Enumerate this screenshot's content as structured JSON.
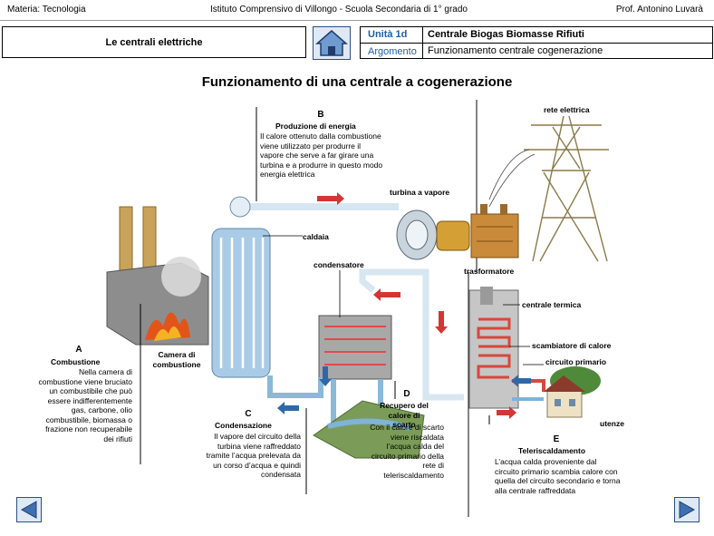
{
  "header": {
    "subject": "Materia: Tecnologia",
    "school": "Istituto Comprensivo di Villongo - Scuola Secondaria di 1° grado",
    "teacher": "Prof. Antonino Luvarà"
  },
  "lesson": {
    "title": "Le centrali elettriche",
    "unit_label": "Unità 1d",
    "unit_title": "Centrale Biogas Biomasse Rifiuti",
    "topic_label": "Argomento",
    "topic_title": "Funzionamento centrale cogenerazione"
  },
  "diagram": {
    "title": "Funzionamento di una centrale a cogenerazione",
    "labels": {
      "rete": "rete elettrica",
      "turbina": "turbina a vapore",
      "caldaia": "caldaia",
      "condensatore": "condensatore",
      "trasformatore": "trasformatore",
      "centrale_termica": "centrale termica",
      "scambiatore": "scambiatore di calore",
      "circuito": "circuito primario",
      "utenze": "utenze",
      "camera": "Camera di combustione"
    },
    "blocks": {
      "A": {
        "letter": "A",
        "heading": "Combustione",
        "text": "Nella camera di combustione viene bruciato un combustibile che può essere indifferentemente gas, carbone, olio combustibile, biomassa o frazione non recuperabile dei rifiuti"
      },
      "B": {
        "letter": "B",
        "heading": "Produzione di energia",
        "text": "Il calore ottenuto dalla combustione viene utilizzato per produrre il vapore che serve a far girare una turbina e a produrre in questo modo energia elettrica"
      },
      "C": {
        "letter": "C",
        "heading": "Condensazione",
        "text": "Il vapore del circuito della turbina viene raffreddato tramite l’acqua prelevata da un corso d’acqua e quindi condensata"
      },
      "D": {
        "letter": "D",
        "heading": "Recupero del calore di scarto",
        "text": "Con il calore di scarto viene riscaldata l’acqua calda del circuito primario della rete di teleriscaldamento"
      },
      "E": {
        "letter": "E",
        "heading": "Teleriscaldamento",
        "text": "L’acqua calda proveniente dal circuito primario scambia calore con quella del circuito secondario e torna alla centrale raffreddata"
      }
    }
  },
  "colors": {
    "accent_blue": "#1b5fa8",
    "pipe_blue": "#7fb3d8",
    "arrow_red": "#d43535",
    "nav_blue": "#3f6fb0"
  },
  "icons": {
    "home": "home-icon",
    "prev": "arrow-left-icon",
    "next": "arrow-right-icon"
  }
}
